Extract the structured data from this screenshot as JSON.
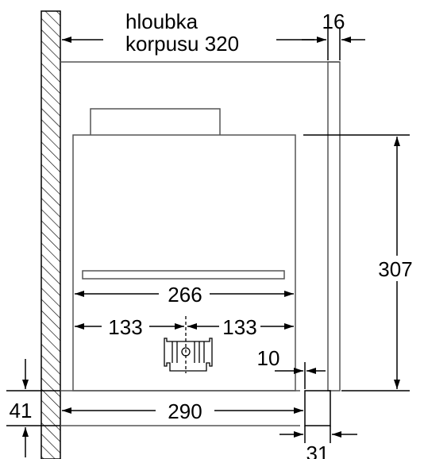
{
  "colors": {
    "line": "#000000",
    "box_line": "#555555",
    "background": "#ffffff"
  },
  "labels": {
    "depth_line1": "hloubka",
    "depth_line2": "korpusu 320",
    "front_thickness": "16",
    "height": "307",
    "filter_width": "266",
    "half_left": "133",
    "half_right": "133",
    "front_gap": "10",
    "bottom_width": "290",
    "bottom_height": "41",
    "front_depth": "31"
  }
}
